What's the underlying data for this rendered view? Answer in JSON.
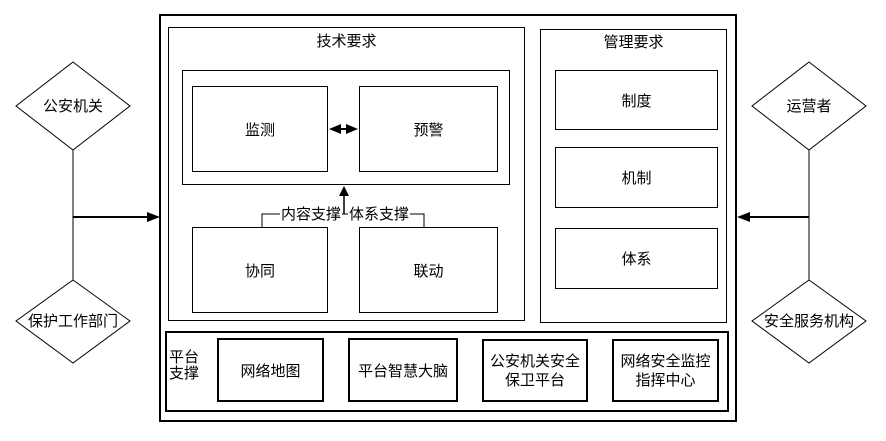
{
  "actors": {
    "police": "公安机关",
    "protection_dept": "保护工作部门",
    "operator": "运营者",
    "security_service": "安全服务机构"
  },
  "tech": {
    "title": "技术要求",
    "monitor": "监测",
    "early_warning": "预警",
    "content_support": "内容支撑",
    "system_support": "体系支撑",
    "coordination": "协同",
    "linkage": "联动"
  },
  "management": {
    "title": "管理要求",
    "items": [
      "制度",
      "机制",
      "体系"
    ]
  },
  "platform": {
    "label": [
      "平台",
      "支撑"
    ],
    "items": [
      [
        "网络地图"
      ],
      [
        "平台智慧大脑"
      ],
      [
        "公安机关安全",
        "保卫平台"
      ],
      [
        "网络安全监控",
        "指挥中心"
      ]
    ]
  },
  "colors": {
    "line": "#000000",
    "background": "#ffffff"
  }
}
